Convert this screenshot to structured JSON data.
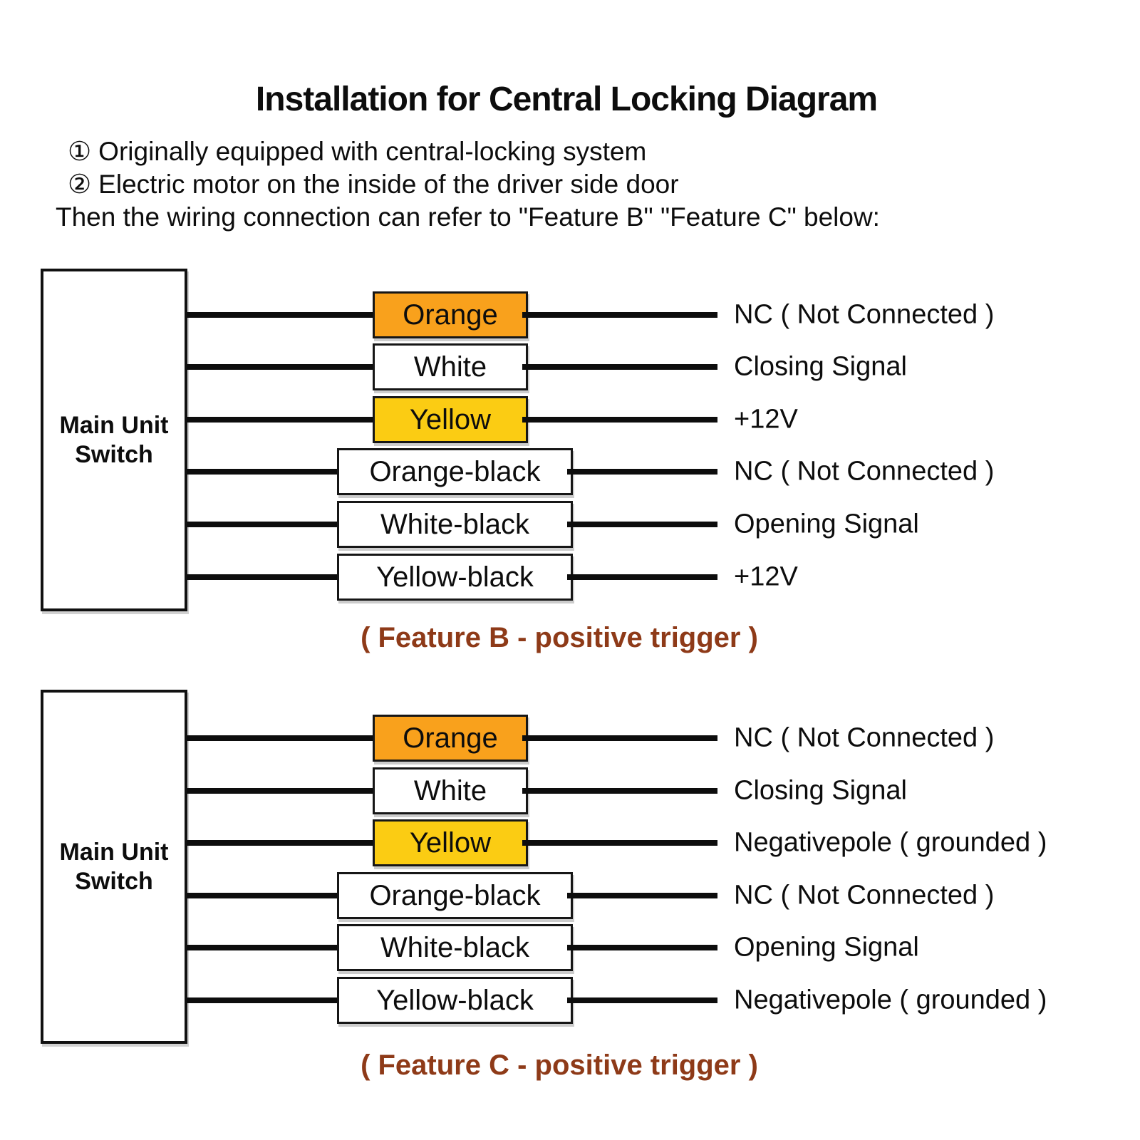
{
  "title": "Installation for Central Locking Diagram",
  "intro": {
    "line1_bullet": "①",
    "line1": "Originally equipped with central-locking system",
    "line2_bullet": "②",
    "line2": "Electric motor on the inside of the driver side door",
    "line3": "Then the wiring connection can refer to \"Feature B\" \"Feature C\" below:"
  },
  "colors": {
    "wire_black": "#0d0d0d",
    "orange_box": "#F9A11C",
    "yellow_box": "#FBCC13",
    "white_box": "#ffffff",
    "caption_brown": "#8E3A18"
  },
  "diagrams": [
    {
      "id": "feature-b",
      "label_line1": "Main Unit",
      "label_line2": "Switch",
      "caption": "( Feature B - positive trigger )",
      "rows": [
        {
          "wire": "Orange",
          "fill": "orange",
          "signal": "NC ( Not Connected )"
        },
        {
          "wire": "White",
          "fill": "white",
          "signal": "Closing Signal"
        },
        {
          "wire": "Yellow",
          "fill": "yellow",
          "signal": "+12V"
        },
        {
          "wire": "Orange-black",
          "fill": "white",
          "signal": "NC ( Not Connected )"
        },
        {
          "wire": "White-black",
          "fill": "white",
          "signal": "Opening Signal"
        },
        {
          "wire": "Yellow-black",
          "fill": "white",
          "signal": "+12V"
        }
      ]
    },
    {
      "id": "feature-c",
      "label_line1": "Main Unit",
      "label_line2": "Switch",
      "caption": "( Feature C - positive trigger )",
      "rows": [
        {
          "wire": "Orange",
          "fill": "orange",
          "signal": "NC ( Not Connected )"
        },
        {
          "wire": "White",
          "fill": "white",
          "signal": "Closing Signal"
        },
        {
          "wire": "Yellow",
          "fill": "yellow",
          "signal": "Negativepole ( grounded )"
        },
        {
          "wire": "Orange-black",
          "fill": "white",
          "signal": "NC ( Not Connected )"
        },
        {
          "wire": "White-black",
          "fill": "white",
          "signal": "Opening Signal"
        },
        {
          "wire": "Yellow-black",
          "fill": "white",
          "signal": "Negativepole ( grounded )"
        }
      ]
    }
  ]
}
